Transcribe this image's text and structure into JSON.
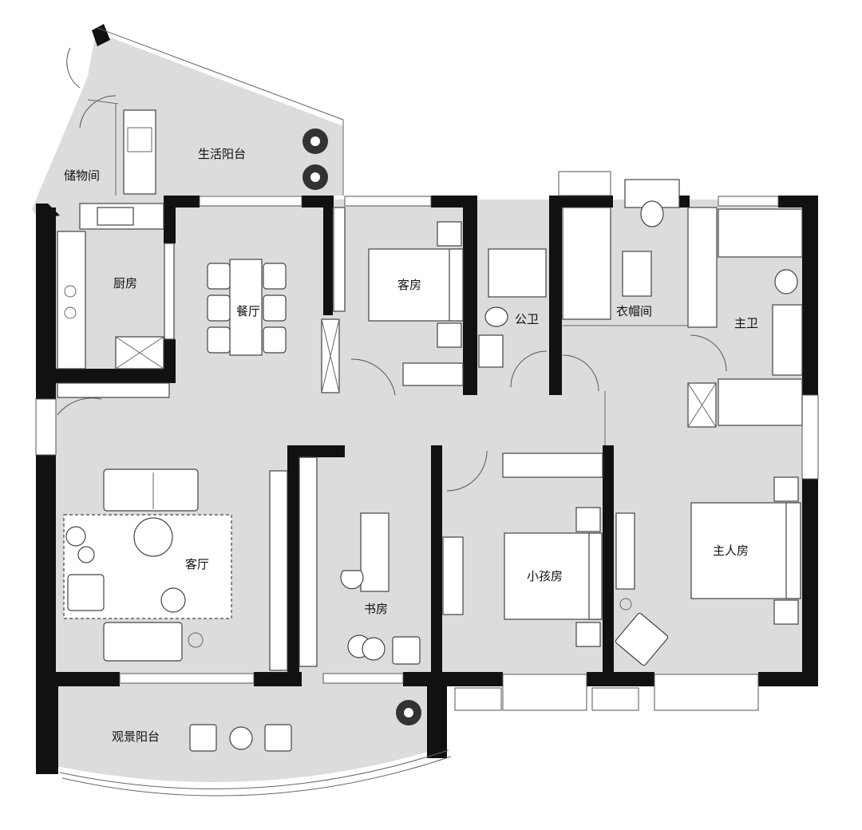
{
  "colors": {
    "floor": "#dcdcdc",
    "wall": "#111111",
    "furniture": "#ffffff",
    "balcony": "#dcdcdc"
  },
  "rooms": {
    "living_balcony": "生活阳台",
    "storage": "储物间",
    "kitchen": "厨房",
    "dining": "餐厅",
    "guest_room": "客房",
    "public_bath": "公卫",
    "cloakroom": "衣帽间",
    "master_bath": "主卫",
    "living_room": "客厅",
    "study": "书房",
    "kids_room": "小孩房",
    "master_room": "主人房",
    "view_balcony": "观景阳台"
  },
  "icons": {
    "plant": "potted-plant-icon",
    "door": "door-swing-icon",
    "window": "window-icon"
  }
}
